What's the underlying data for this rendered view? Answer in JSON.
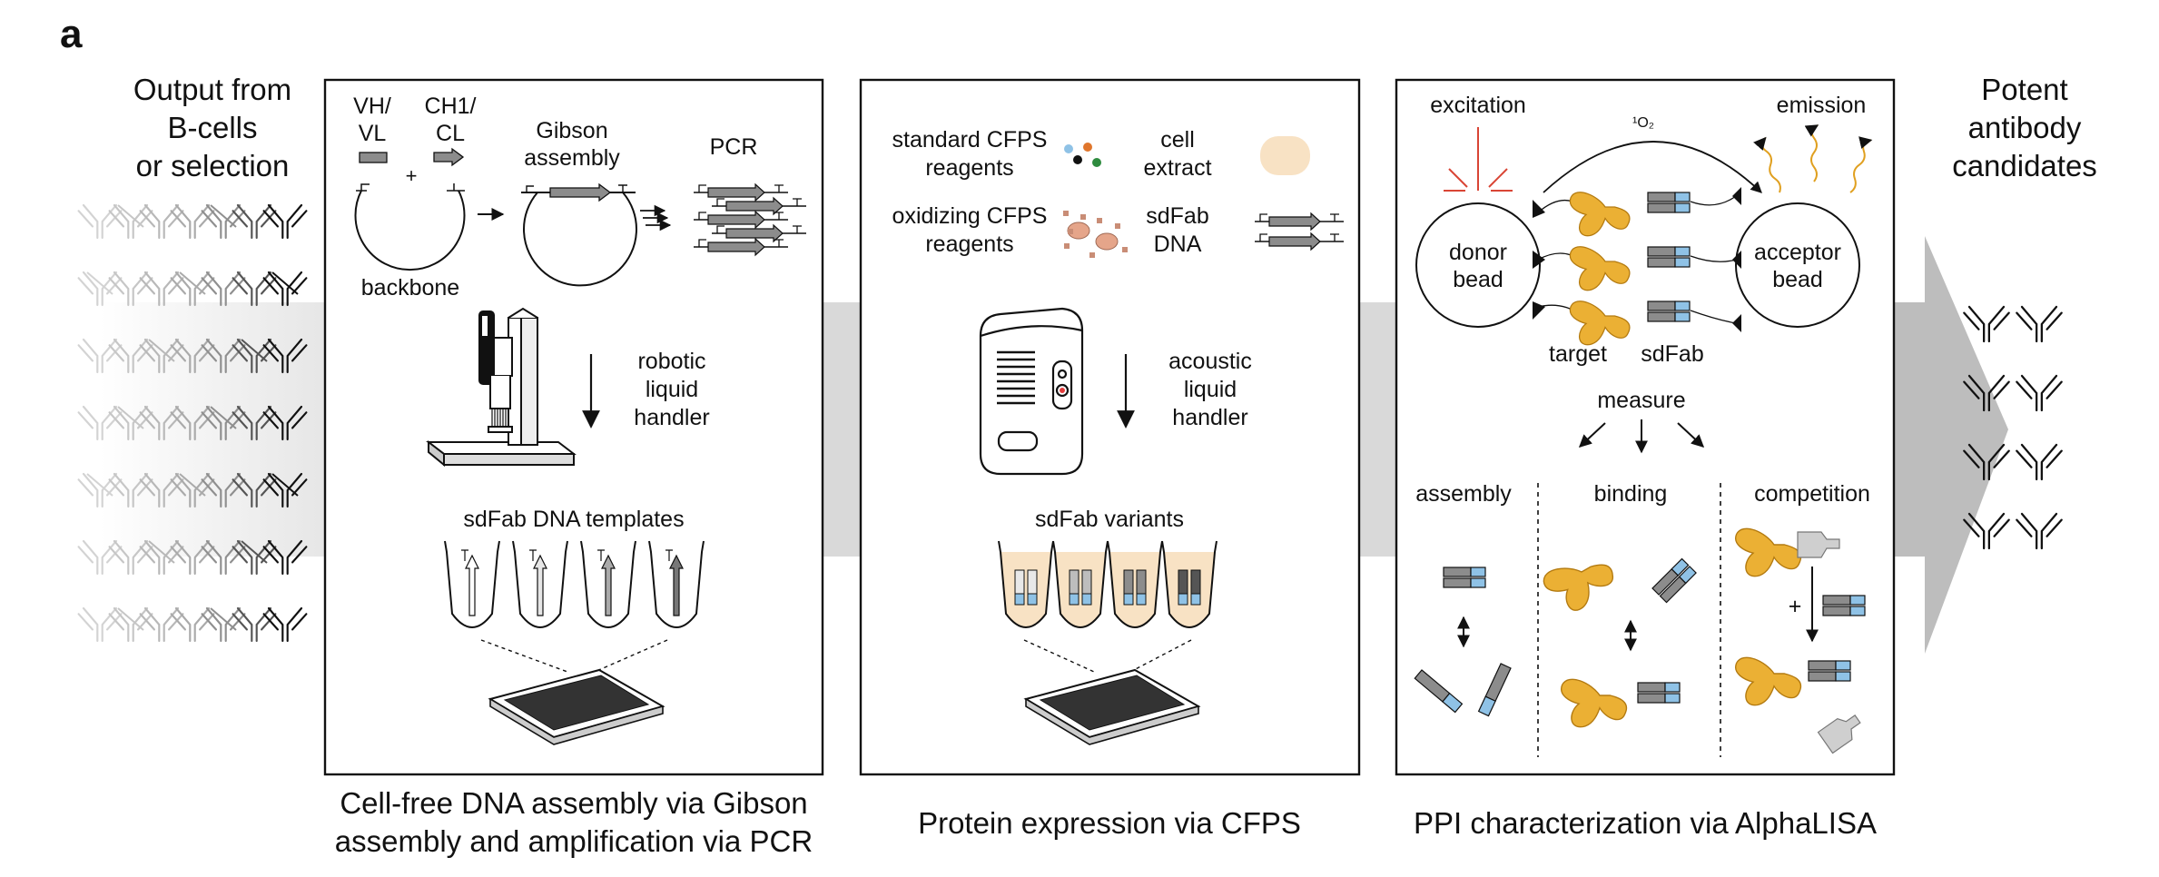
{
  "panel_label": "a",
  "left_column": {
    "title_lines": [
      "Output from",
      "B-cells",
      "or selection"
    ]
  },
  "right_column": {
    "title_lines": [
      "Potent",
      "antibody",
      "candidates"
    ]
  },
  "panel1": {
    "vh_vl": [
      "VH/",
      "VL"
    ],
    "ch1_cl": [
      "CH1/",
      "CL"
    ],
    "plus": "+",
    "gibson": [
      "Gibson",
      "assembly"
    ],
    "pcr": "PCR",
    "backbone": "backbone",
    "handler": [
      "robotic",
      "liquid",
      "handler"
    ],
    "templates": "sdFab DNA templates",
    "caption": [
      "Cell-free DNA assembly via Gibson",
      "assembly and amplification via PCR"
    ]
  },
  "panel2": {
    "standard": [
      "standard CFPS",
      "reagents"
    ],
    "cell_extract": [
      "cell",
      "extract"
    ],
    "oxidizing": [
      "oxidizing CFPS",
      "reagents"
    ],
    "sdfab_dna": [
      "sdFab",
      "DNA"
    ],
    "handler": [
      "acoustic",
      "liquid",
      "handler"
    ],
    "variants": "sdFab variants",
    "caption": "Protein expression via CFPS"
  },
  "panel3": {
    "excitation": "excitation",
    "emission": "emission",
    "singlet_oxygen": "¹O₂",
    "donor": [
      "donor",
      "bead"
    ],
    "acceptor": [
      "acceptor",
      "bead"
    ],
    "target": "target",
    "sdfab": "sdFab",
    "measure": "measure",
    "assay_labels": [
      "assembly",
      "binding",
      "competition"
    ],
    "plus": "+",
    "caption": "PPI characterization via AlphaLISA"
  },
  "colors": {
    "target_orange": "#EBB034",
    "sdfab_blue": "#8FC2E6",
    "heavy_gray": "#8C8C8C",
    "extract_peach": "#F8E2C4",
    "droplet_pink": "#E5A58A",
    "flow_band": "#D9D9D9",
    "output_arrow": "#BDBDBD"
  }
}
